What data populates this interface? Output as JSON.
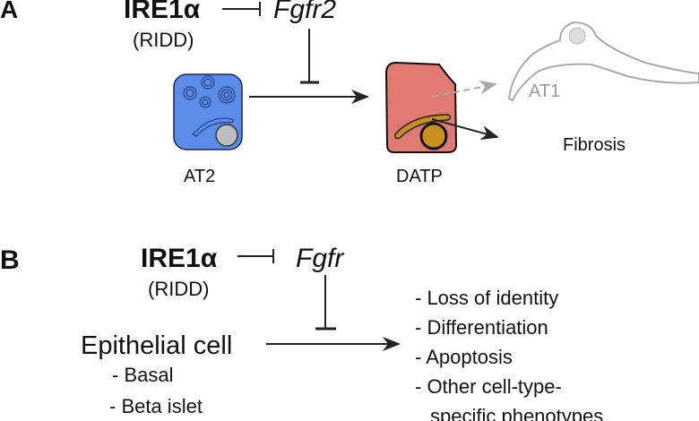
{
  "panel_a": {
    "letter": "A",
    "regulator": "IRE1α",
    "regulator_sub": "(RIDD)",
    "target": "Fgfr2",
    "cell_start": "AT2",
    "cell_mid": "DATP",
    "cell_end": "AT1",
    "outcome": "Fibrosis",
    "colors": {
      "at2": "#5b8ce8",
      "datp": "#e07a72",
      "datp_nucleus": "#c8901e",
      "at1": "#bbbbbb"
    }
  },
  "panel_b": {
    "letter": "B",
    "regulator": "IRE1α",
    "regulator_sub": "(RIDD)",
    "target": "Fgfr",
    "cell": "Epithelial cell",
    "cell_types": [
      "- Basal",
      "- Beta islet"
    ],
    "outcomes": [
      "- Loss of identity",
      "- Differentiation",
      "- Apoptosis",
      "- Other cell-type-",
      "specific phenotypes"
    ]
  }
}
